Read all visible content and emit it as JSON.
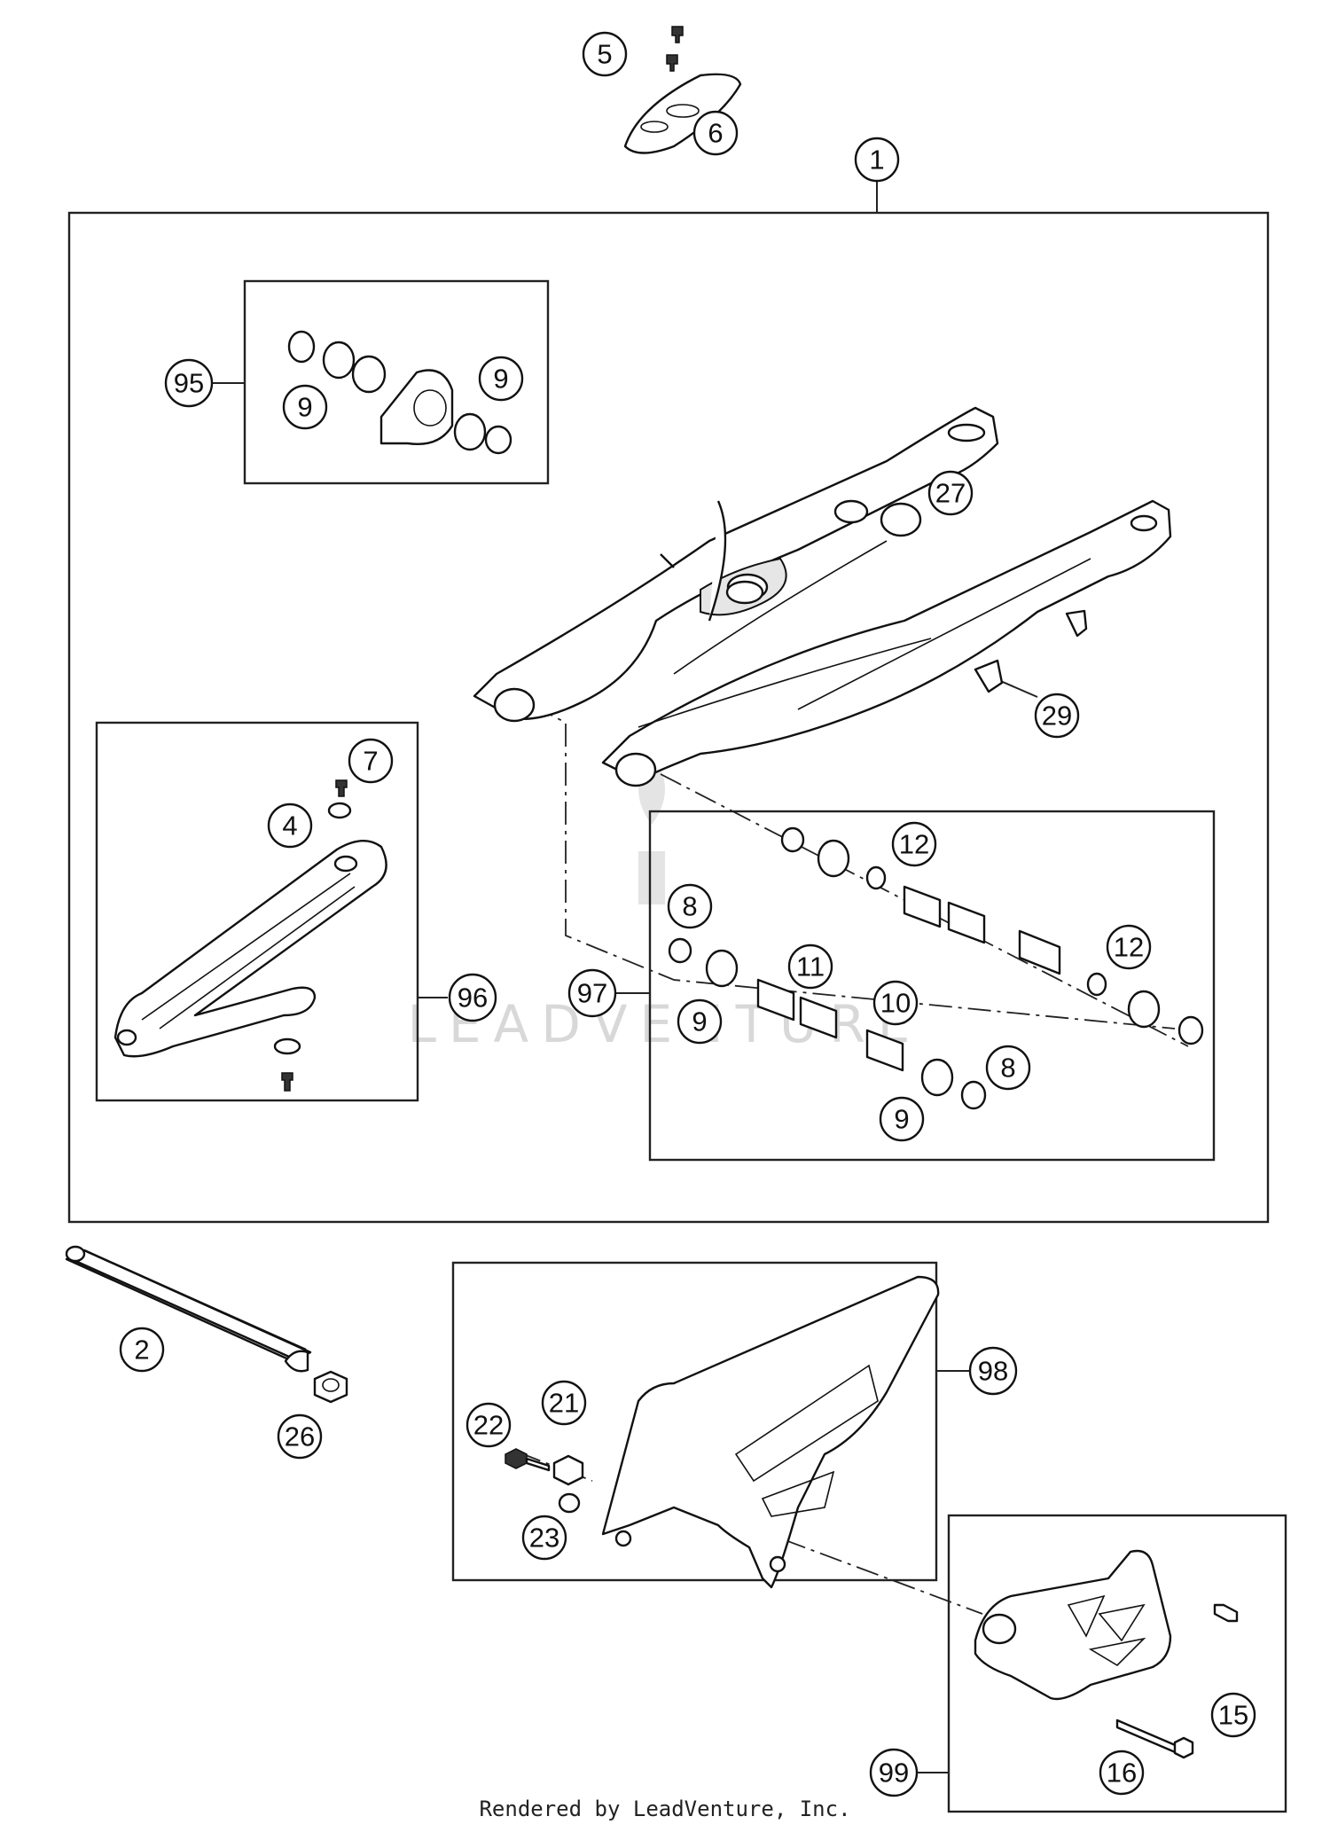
{
  "watermark": "LEADVENTURE",
  "footer": "Rendered by LeadVenture, Inc.",
  "callouts": {
    "c1": "1",
    "c2": "2",
    "c4": "4",
    "c5": "5",
    "c6": "6",
    "c7": "7",
    "c8a": "8",
    "c8b": "8",
    "c9a": "9",
    "c9b": "9",
    "c9c": "9",
    "c9d": "9",
    "c10": "10",
    "c11": "11",
    "c12a": "12",
    "c12b": "12",
    "c15": "15",
    "c16": "16",
    "c21": "21",
    "c22": "22",
    "c23": "23",
    "c26": "26",
    "c27": "27",
    "c29": "29",
    "c95": "95",
    "c96": "96",
    "c97": "97",
    "c98": "98",
    "c99": "99"
  }
}
